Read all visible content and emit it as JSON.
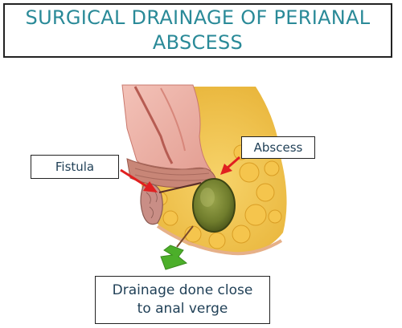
{
  "title": "SURGICAL DRAINAGE OF PERIANAL ABSCESS",
  "labels": {
    "abscess": "Abscess",
    "fistula": "Fistula",
    "drainage_line1": "Drainage done close",
    "drainage_line2": "to anal verge"
  },
  "colors": {
    "title": "#2a8a98",
    "label_text": "#1f3f56",
    "arrow_red": "#e02020",
    "arrow_green": "#4caf2a",
    "abscess_fill": "#7d8a3a"
  }
}
